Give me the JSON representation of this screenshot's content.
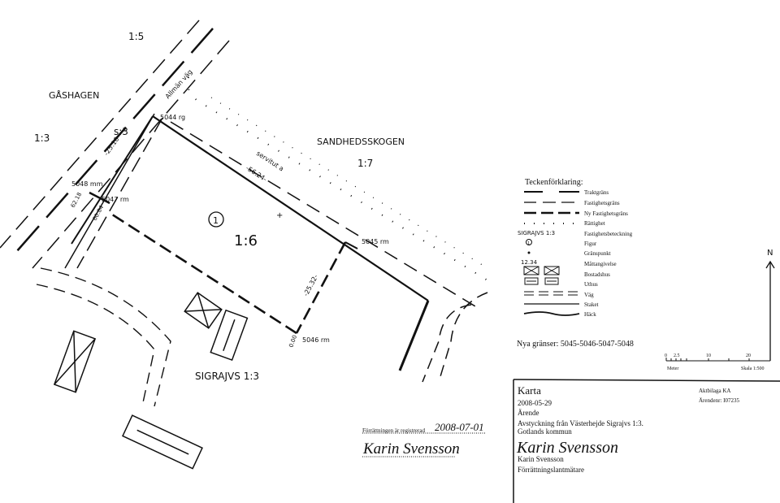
{
  "map": {
    "areas": {
      "gashagen": "GÅSHAGEN",
      "sandhedsskogen": "SANDHEDSSKOGEN",
      "sigrajvs": "SIGRAJVS   1:3",
      "p1_5": "1:5",
      "p1_3": "1:3",
      "p1_7": "1:7",
      "p1_6": "1:6",
      "s3": "s:3",
      "figure": "1"
    },
    "road_label": "Allmän väg",
    "servitude_label": "servitut a",
    "points": {
      "p5044": "5044 rg",
      "p5045": "5045 rm",
      "p5046": "5046 rm",
      "p5047": "5047 rm",
      "p5048": "5048 mm"
    },
    "measures": {
      "m1": "-25.10-",
      "m2": "-56.24-",
      "m3": "-25.32-",
      "m4": "0.00",
      "m5": "62.18",
      "m6": "60.84"
    }
  },
  "legend": {
    "title": "Teckenförklaring:",
    "items": [
      "Traktgräns",
      "Fastighetsgräns",
      "Ny Fastighetsgräns",
      "Rättighet",
      "Fastighetsbeteckning",
      "Figur",
      "Gränspunkt",
      "Måttangivelse",
      "Bostadshus",
      "Uthus",
      "Väg",
      "Staket",
      "Häck"
    ],
    "sample_designation": "SIGRAJVS  1:3",
    "sample_figure": "1",
    "sample_measure": "12.34",
    "new_borders": "Nya gränser:  5045-5046-5047-5048"
  },
  "north": "N",
  "scale_bar": {
    "ticks": [
      "0",
      "2.5",
      "10",
      "20"
    ],
    "unit": "Meter",
    "scale": "Skala 1:500"
  },
  "registration": {
    "label": "Förrättningen är registrerad",
    "date": "2008-07-01",
    "signature": "Karin Svensson"
  },
  "title_block": {
    "title": "Karta",
    "date": "2008-05-29",
    "case_label": "Ärende",
    "case_line1": "Avstyckning från Västerhejde Sigrajvs 1:3.",
    "case_line2": "Gotlands kommun",
    "signature": "Karin Svensson",
    "name": "Karin Svensson",
    "role": "Förrättningslantmätare",
    "appendix": "Aktbilaga KA",
    "case_number": "Ärendenr: I07235"
  }
}
